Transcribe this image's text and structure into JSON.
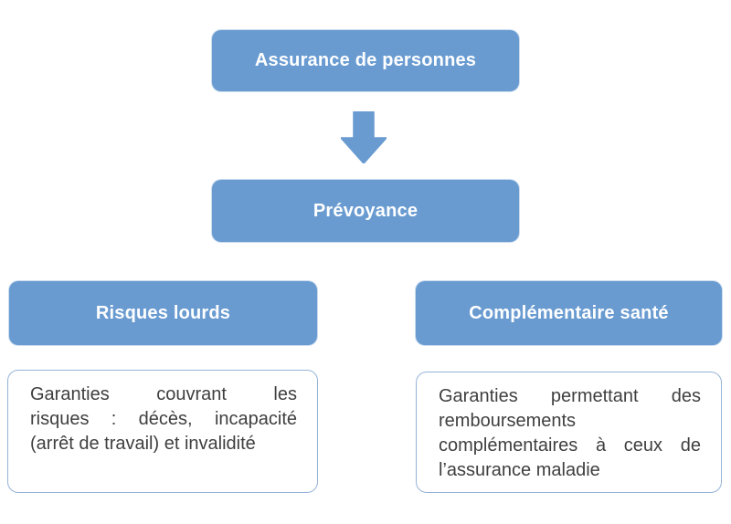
{
  "diagram": {
    "nodes": {
      "top": {
        "label": "Assurance de personnes"
      },
      "middle": {
        "label": "Prévoyance"
      },
      "left": {
        "label": "Risques lourds"
      },
      "right": {
        "label": "Complémentaire santé"
      }
    },
    "connector": {
      "type": "down-block-arrow",
      "from": "top",
      "to": "middle"
    },
    "notes": {
      "left": {
        "lines": [
          "Garanties couvrant les",
          "risques : décès, incapacité",
          "(arrêt de travail) et invalidité"
        ]
      },
      "right": {
        "lines": [
          "Garanties permettant des",
          "remboursements",
          "complémentaires à ceux de",
          "l’assurance maladie"
        ]
      }
    },
    "colors": {
      "node_fill": "#699bd1",
      "node_text": "#ffffff",
      "arrow_fill": "#699bd1",
      "note_border": "#95b3d7",
      "note_text": "#3f3f3f",
      "background": "#ffffff"
    }
  }
}
